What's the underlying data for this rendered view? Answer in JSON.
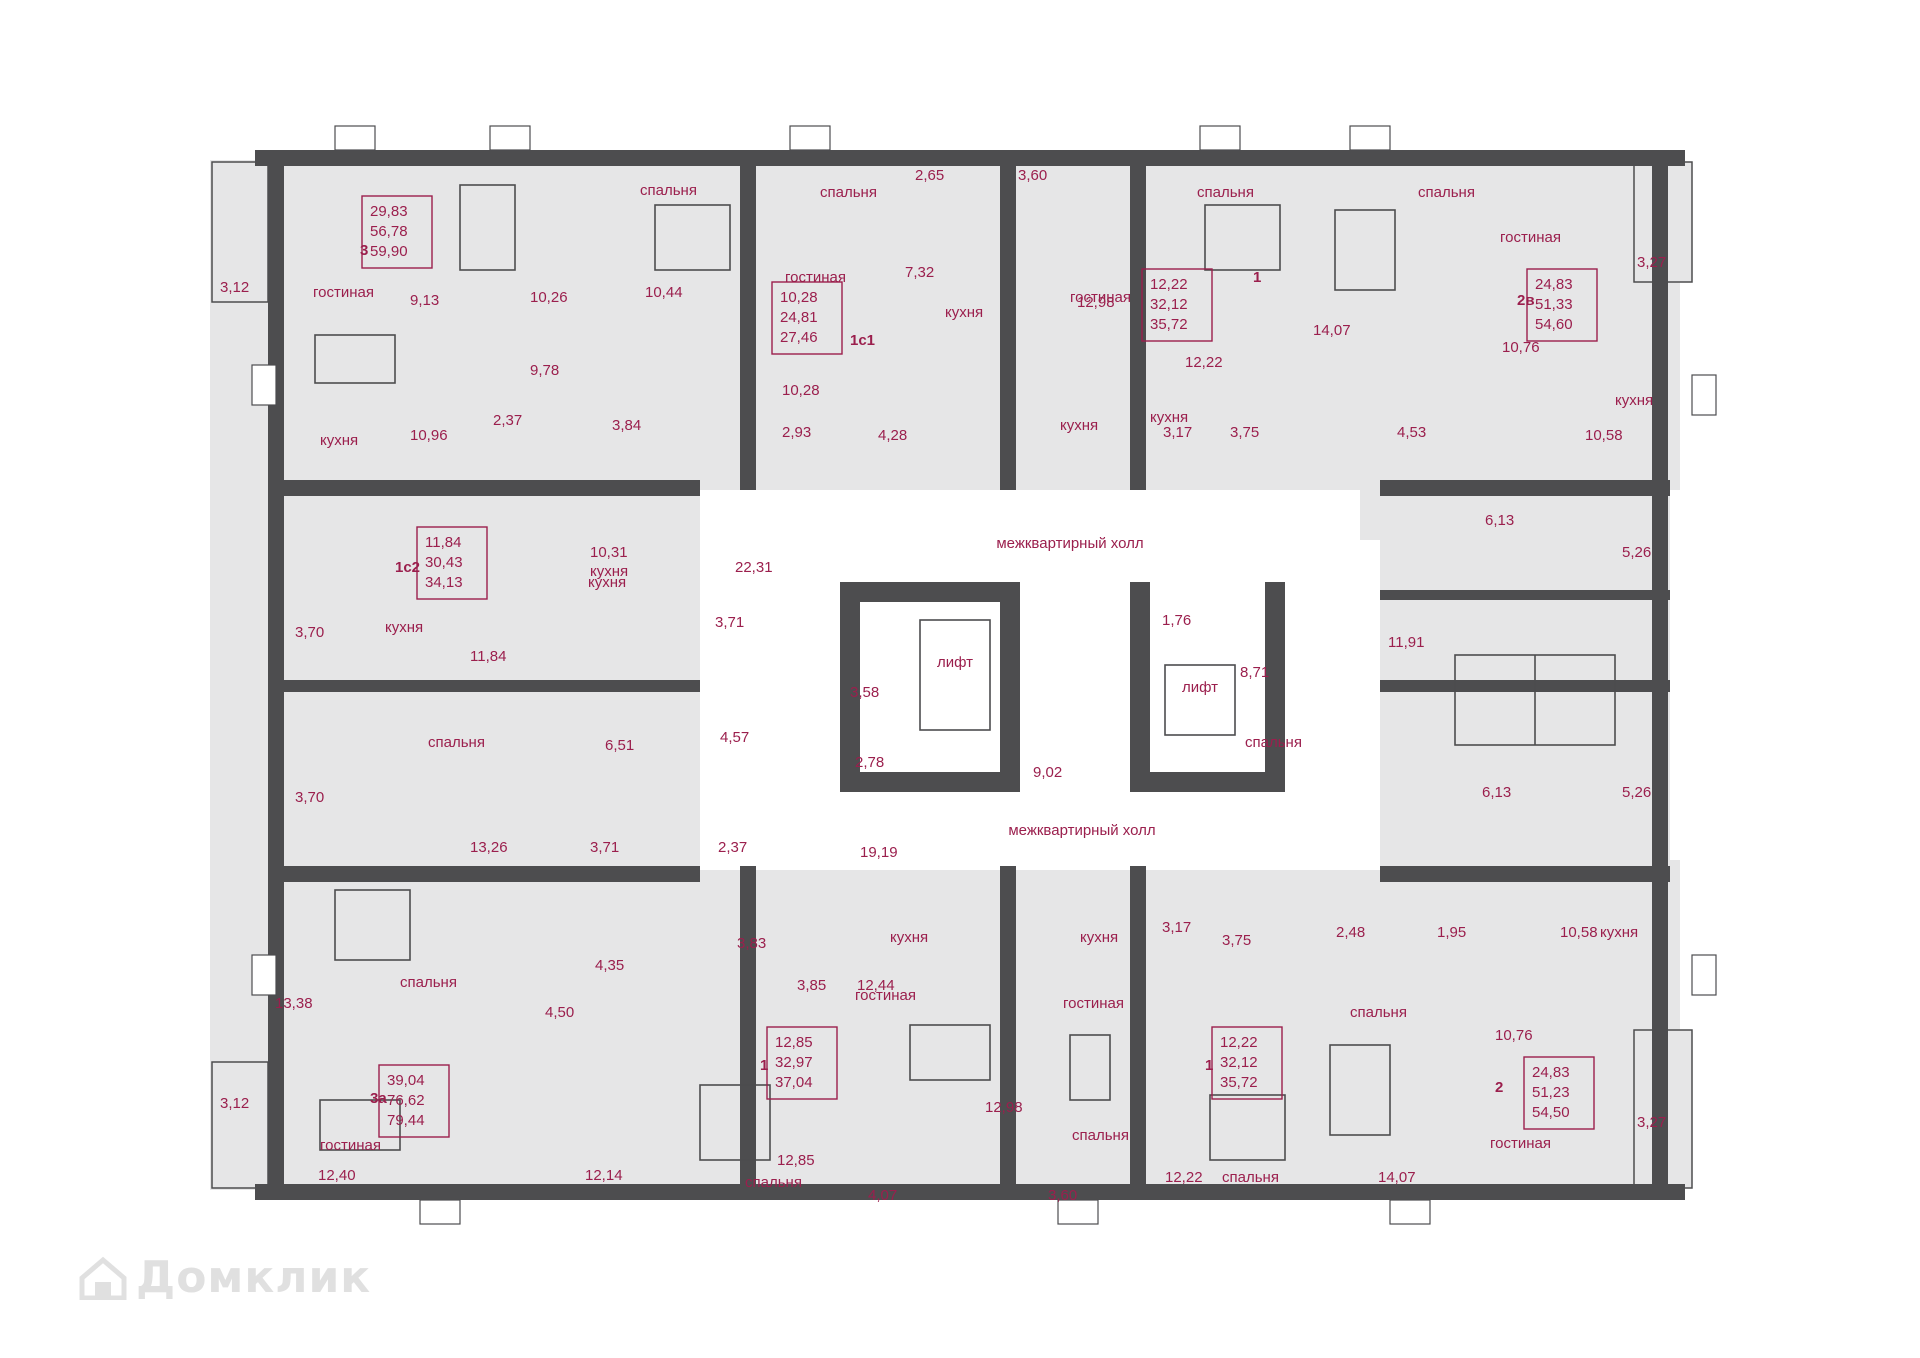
{
  "hall_labels": [
    "межквартирный холл",
    "межквартирный холл"
  ],
  "lift_labels": [
    "лифт",
    "лифт"
  ],
  "apartments": [
    {
      "id": "3",
      "box": [
        "29,83",
        "56,78",
        "59,90"
      ]
    },
    {
      "id": "1с1",
      "box": [
        "10,28",
        "24,81",
        "27,46"
      ]
    },
    {
      "id": "1",
      "box": [
        "12,22",
        "32,12",
        "35,72"
      ]
    },
    {
      "id": "2в",
      "box": [
        "24,83",
        "51,33",
        "54,60"
      ]
    },
    {
      "id": "1с2",
      "box": [
        "11,84",
        "30,43",
        "34,13"
      ]
    },
    {
      "id": "3а",
      "box": [
        "39,04",
        "76,62",
        "79,44"
      ]
    },
    {
      "id": "1",
      "box": [
        "12,85",
        "32,97",
        "37,04"
      ]
    },
    {
      "id": "1",
      "box": [
        "12,22",
        "32,12",
        "35,72"
      ]
    },
    {
      "id": "2",
      "box": [
        "24,83",
        "51,23",
        "54,50"
      ]
    }
  ],
  "labels": [
    {
      "text": "спальня"
    },
    {
      "text": "спальня"
    },
    {
      "text": "гостиная"
    },
    {
      "text": "гостиная"
    },
    {
      "text": "спальня"
    },
    {
      "text": "спальня"
    },
    {
      "text": "гостиная"
    },
    {
      "text": "кухня"
    },
    {
      "text": "кухня"
    },
    {
      "text": "кухня"
    },
    {
      "text": "кухня"
    },
    {
      "text": "кухня"
    },
    {
      "text": "гостиная"
    },
    {
      "text": "кухня"
    },
    {
      "text": "спальня"
    },
    {
      "text": "спальня"
    },
    {
      "text": "кухня"
    },
    {
      "text": "кухня"
    },
    {
      "text": "кухня"
    },
    {
      "text": "кухня"
    },
    {
      "text": "гостиная"
    },
    {
      "text": "гостиная"
    },
    {
      "text": "спальня"
    },
    {
      "text": "спальня"
    },
    {
      "text": "спальня"
    },
    {
      "text": "гостиная"
    },
    {
      "text": "спальня"
    },
    {
      "text": "гостиная"
    },
    {
      "text": "спальня"
    },
    {
      "text": "кухня"
    }
  ],
  "areas": [
    "3,12",
    "9,13",
    "10,26",
    "10,44",
    "2,65",
    "3,60",
    "7,32",
    "12,98",
    "14,07",
    "3,27",
    "10,76",
    "9,78",
    "10,96",
    "2,37",
    "3,84",
    "10,28",
    "2,93",
    "4,28",
    "3,17",
    "3,75",
    "12,22",
    "4,53",
    "10,58",
    "10,31",
    "22,31",
    "3,71",
    "1,76",
    "8,71",
    "11,91",
    "6,13",
    "5,26",
    "3,70",
    "11,84",
    "3,58",
    "6,51",
    "4,57",
    "2,78",
    "9,02",
    "6,13",
    "5,26",
    "3,70",
    "13,26",
    "3,71",
    "2,37",
    "19,19",
    "13,38",
    "4,35",
    "4,50",
    "3,83",
    "3,85",
    "12,44",
    "3,17",
    "3,75",
    "2,48",
    "1,95",
    "10,58",
    "10,76",
    "3,12",
    "12,40",
    "12,14",
    "12,85",
    "4,07",
    "3,60",
    "12,98",
    "12,22",
    "14,07",
    "3,27"
  ],
  "watermark": "Домклик",
  "colors": {
    "wall": "#4d4d4f",
    "floor": "#e6e6e7",
    "text": "#9b1f4d",
    "watermark": "#c8c8c8"
  }
}
